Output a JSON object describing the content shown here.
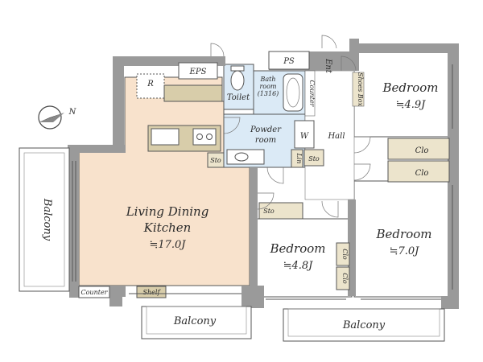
{
  "rooms": {
    "ldk_line1": "Living Dining",
    "ldk_line2": "Kitchen",
    "ldk_area": "≒17.0J",
    "bed_top": "Bedroom",
    "bed_top_area": "≒4.9J",
    "bed_right": "Bedroom",
    "bed_right_area": "≒7.0J",
    "bed_mid": "Bedroom",
    "bed_mid_area": "≒4.8J"
  },
  "labels": {
    "eps": "EPS",
    "ps": "PS",
    "ent": "Ent",
    "toilet": "Toilet",
    "bath_line1": "Bath",
    "bath_line2": "room",
    "bath_line3": "(1316)",
    "counter_top": "Counter",
    "shoes_box": "Shoes Box",
    "powder_line1": "Powder",
    "powder_line2": "room",
    "w": "W",
    "lin": "Lin",
    "sto_powder": "Sto",
    "sto_kitchen": "Sto",
    "sto_hall": "Sto",
    "hall": "Hall",
    "r": "R",
    "clo_1": "Clo",
    "clo_2": "Clo",
    "clo_3": "Clo",
    "clo_4": "Clo",
    "counter_ldk": "Counter",
    "shelf": "Shelf",
    "north": "N"
  },
  "balconies": {
    "left": "Balcony",
    "bottom_left": "Balcony",
    "bottom_right": "Balcony"
  },
  "colors": {
    "ldk_floor": "#f8e2cc",
    "wet_floor": "#dbeaf6",
    "counter": "#d8cdaa",
    "storage": "#ece4cc",
    "wall": "#9a9a9a"
  }
}
